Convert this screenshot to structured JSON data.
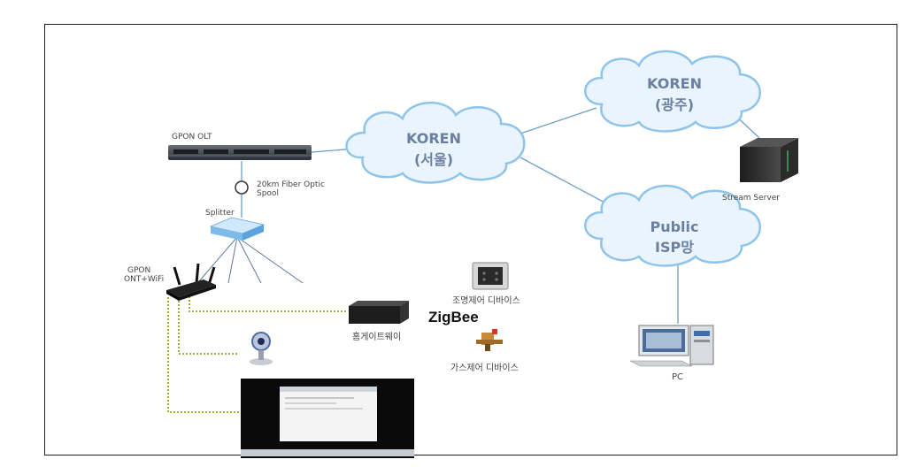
{
  "colors": {
    "cloud_fill": "#e9f4fd",
    "cloud_stroke": "#8fc4ea",
    "link_line": "#6f9ec4",
    "dotted_line": "#9ab33a",
    "text": "#444444"
  },
  "clouds": {
    "seoul": {
      "line1": "KOREN",
      "line2": "(서울)"
    },
    "gwangju": {
      "line1": "KOREN",
      "line2": "(광주)"
    },
    "public_isp": {
      "line1": "Public",
      "line2": "ISP망"
    }
  },
  "labels": {
    "gpon_olt": "GPON OLT",
    "fiber_line1": "20km Fiber Optic",
    "fiber_line2": "Spool",
    "splitter": "Splitter",
    "ont_line1": "GPON",
    "ont_line2": "ONT+WiFi",
    "stream_server": "Stream Server",
    "lighting_device": "조명제어 디바이스",
    "zigbee": "ZigBee",
    "home_gateway": "홈게이트웨이",
    "gas_device": "가스제어 디바이스",
    "pc": "PC"
  },
  "icons": [
    "olt-rack-icon",
    "fiber-spool-icon",
    "splitter-icon",
    "wifi-router-icon",
    "server-icon",
    "lighting-panel-icon",
    "gateway-box-icon",
    "gas-valve-icon",
    "webcam-icon",
    "monitor-screen-icon",
    "pc-workstation-icon"
  ]
}
